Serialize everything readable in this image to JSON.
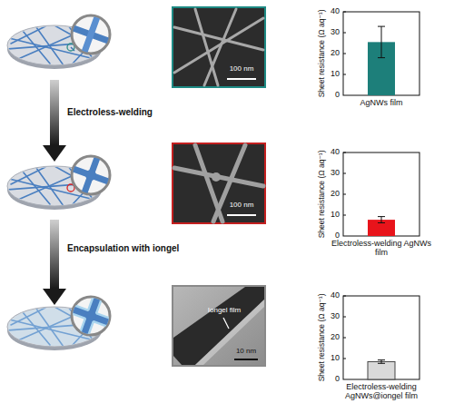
{
  "diagram": {
    "labels": [
      "100 nm",
      "40",
      "30",
      "20",
      "10",
      "0",
      "Sheet resistance (Ω aq⁻¹)",
      "AgNWs film",
      "Electroless-welding",
      "100 nm",
      "40",
      "30",
      "20",
      "10",
      "0",
      "Sheet resistance (Ω aq⁻¹)",
      "Electroless-welding AgNWs film",
      "Encapsulation with iongel",
      "Iongel film",
      "10 nm",
      "40",
      "30",
      "20",
      "10",
      "0",
      "Sheet resistance (Ω aq⁻¹)",
      "Electroless-welding AgNWs@iongel film"
    ]
  }
}
